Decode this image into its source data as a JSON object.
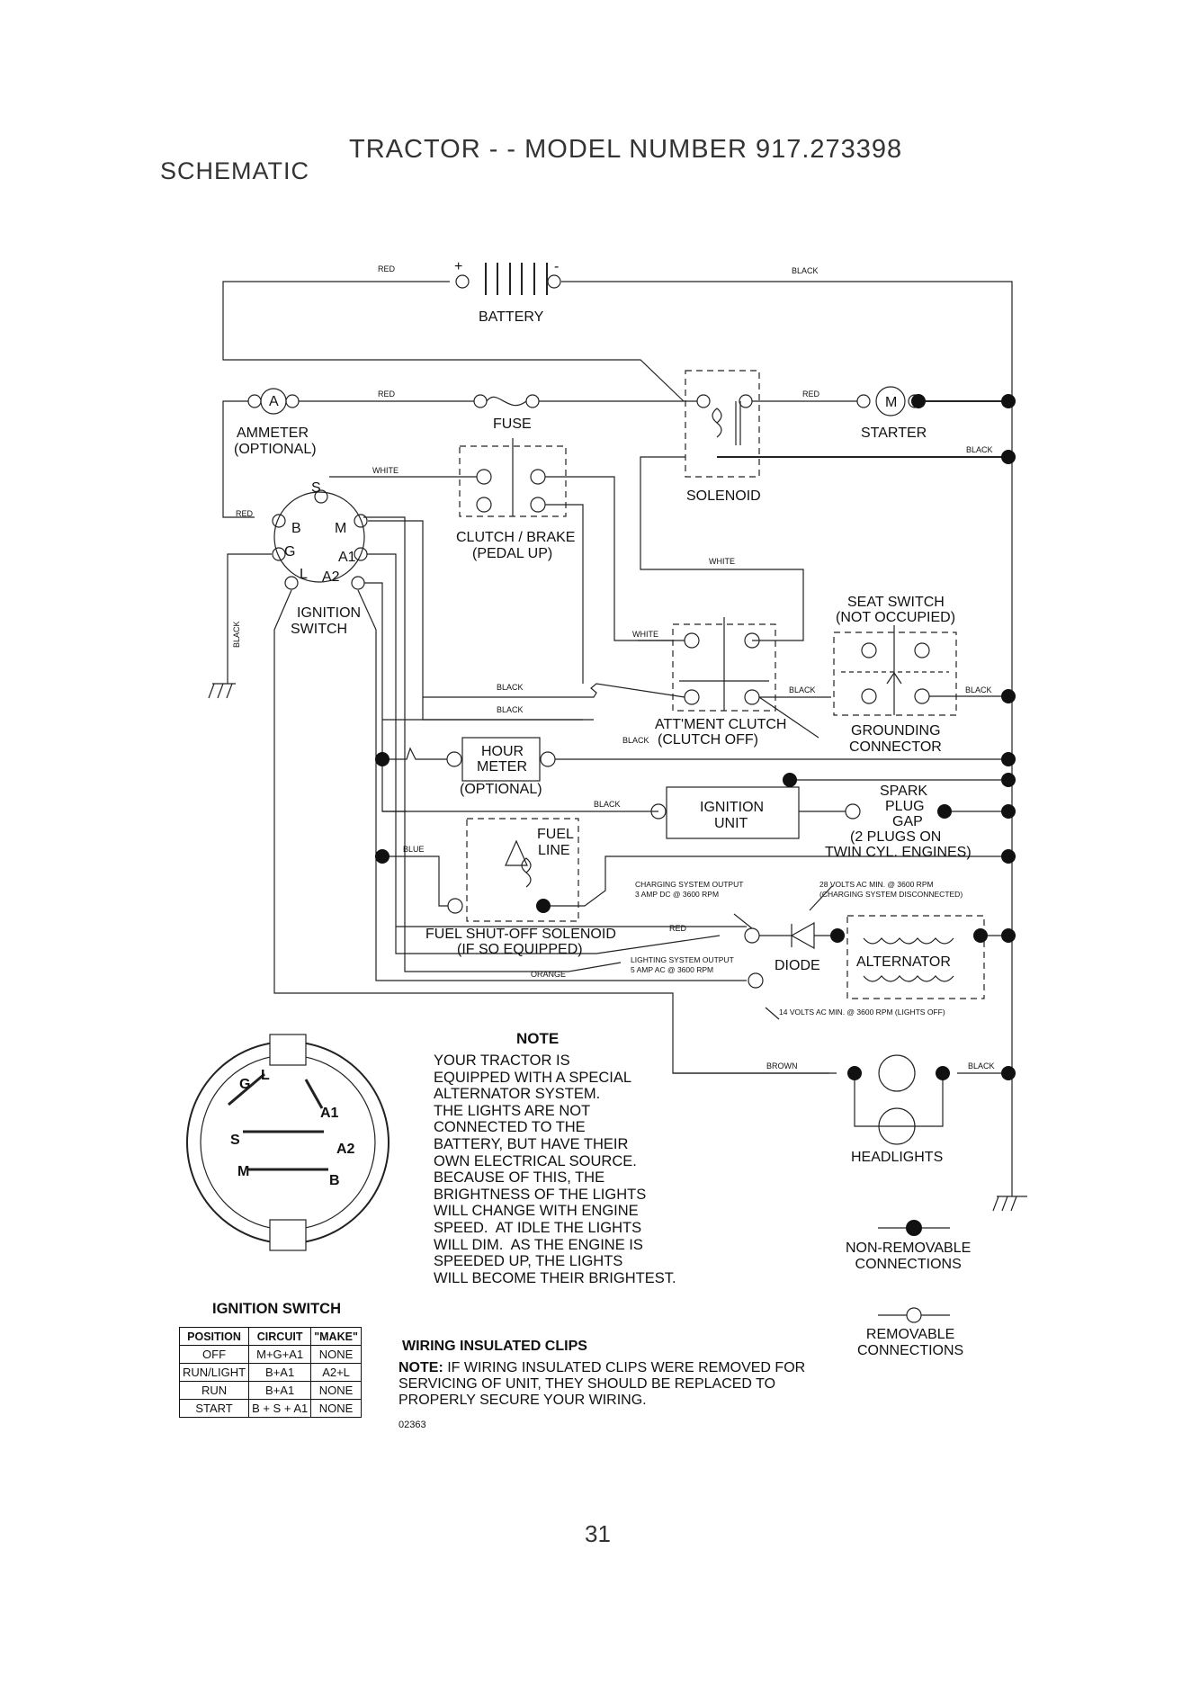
{
  "header": {
    "title": "TRACTOR - - MODEL NUMBER 917.273398",
    "section": "SCHEMATIC"
  },
  "components": {
    "battery": "BATTERY",
    "battery_pos": "+",
    "battery_neg": "-",
    "fuse": "FUSE",
    "ammeter_symbol": "A",
    "ammeter": "AMMETER",
    "ammeter_opt": "(OPTIONAL)",
    "starter": "STARTER",
    "starter_symbol": "M",
    "solenoid": "SOLENOID",
    "clutch_brake_1": "CLUTCH / BRAKE",
    "clutch_brake_2": "(PEDAL UP)",
    "ignition_switch_1": "IGNITION",
    "ignition_switch_2": "SWITCH",
    "seat_switch_1": "SEAT SWITCH",
    "seat_switch_2": "(NOT OCCUPIED)",
    "grounding_1": "GROUNDING",
    "grounding_2": "CONNECTOR",
    "attment_clutch_1": "ATT'MENT CLUTCH",
    "attment_clutch_2": "(CLUTCH OFF)",
    "hour_meter_1": "HOUR",
    "hour_meter_2": "METER",
    "hour_meter_opt": "(OPTIONAL)",
    "ignition_unit_1": "IGNITION",
    "ignition_unit_2": "UNIT",
    "spark_1": "SPARK",
    "spark_2": "PLUG",
    "spark_3": "GAP",
    "spark_4": "(2 PLUGS ON",
    "spark_5": "TWIN CYL. ENGINES)",
    "fuel_1": "FUEL",
    "fuel_2": "LINE",
    "fuel_sol_1": "FUEL SHUT-OFF SOLENOID",
    "fuel_sol_2": "(IF SO EQUIPPED)",
    "diode": "DIODE",
    "alternator": "ALTERNATOR",
    "headlights": "HEADLIGHTS",
    "charging_1": "CHARGING SYSTEM OUTPUT",
    "charging_2": "3 AMP DC @ 3600 RPM",
    "volts28_1": "28 VOLTS AC MIN. @ 3600 RPM",
    "volts28_2": "(CHARGING SYSTEM DISCONNECTED)",
    "lighting_1": "LIGHTING SYSTEM OUTPUT",
    "lighting_2": "5 AMP AC @ 3600 RPM",
    "volts14": "14 VOLTS AC MIN. @ 3600 RPM (LIGHTS OFF)",
    "sw_B": "B",
    "sw_S": "S",
    "sw_M": "M",
    "sw_G": "G",
    "sw_A1": "A1",
    "sw_L": "L",
    "sw_A2": "A2"
  },
  "wire_labels": {
    "red": "RED",
    "black": "BLACK",
    "white": "WHITE",
    "blue": "BLUE",
    "orange": "ORANGE",
    "brown": "BROWN"
  },
  "note": {
    "title": "NOTE",
    "body": "YOUR TRACTOR IS\nEQUIPPED WITH A SPECIAL\nALTERNATOR SYSTEM.\nTHE LIGHTS ARE NOT\nCONNECTED TO THE\nBATTERY, BUT HAVE THEIR\nOWN ELECTRICAL SOURCE.\nBECAUSE OF THIS, THE\nBRIGHTNESS OF THE LIGHTS\nWILL CHANGE WITH ENGINE\nSPEED.  AT IDLE THE LIGHTS\nWILL DIM.  AS THE ENGINE IS\nSPEEDED UP, THE LIGHTS\nWILL BECOME THEIR BRIGHTEST."
  },
  "legend": {
    "non_removable": "NON-REMOVABLE\nCONNECTIONS",
    "removable": "REMOVABLE\nCONNECTIONS"
  },
  "ignition_switch_table": {
    "title": "IGNITION SWITCH",
    "headers": [
      "POSITION",
      "CIRCUIT",
      "\"MAKE\""
    ],
    "rows": [
      [
        "OFF",
        "M+G+A1",
        "NONE"
      ],
      [
        "RUN/LIGHT",
        "B+A1",
        "A2+L"
      ],
      [
        "RUN",
        "B+A1",
        "NONE"
      ],
      [
        "START",
        "B + S + A1",
        "NONE"
      ]
    ]
  },
  "clips": {
    "title": "WIRING INSULATED CLIPS",
    "note_label": "NOTE:",
    "body": " IF WIRING INSULATED CLIPS WERE REMOVED FOR\nSERVICING OF UNIT, THEY SHOULD BE REPLACED TO\nPROPERLY SECURE YOUR WIRING."
  },
  "doc_code": "02363",
  "page_number": "31"
}
